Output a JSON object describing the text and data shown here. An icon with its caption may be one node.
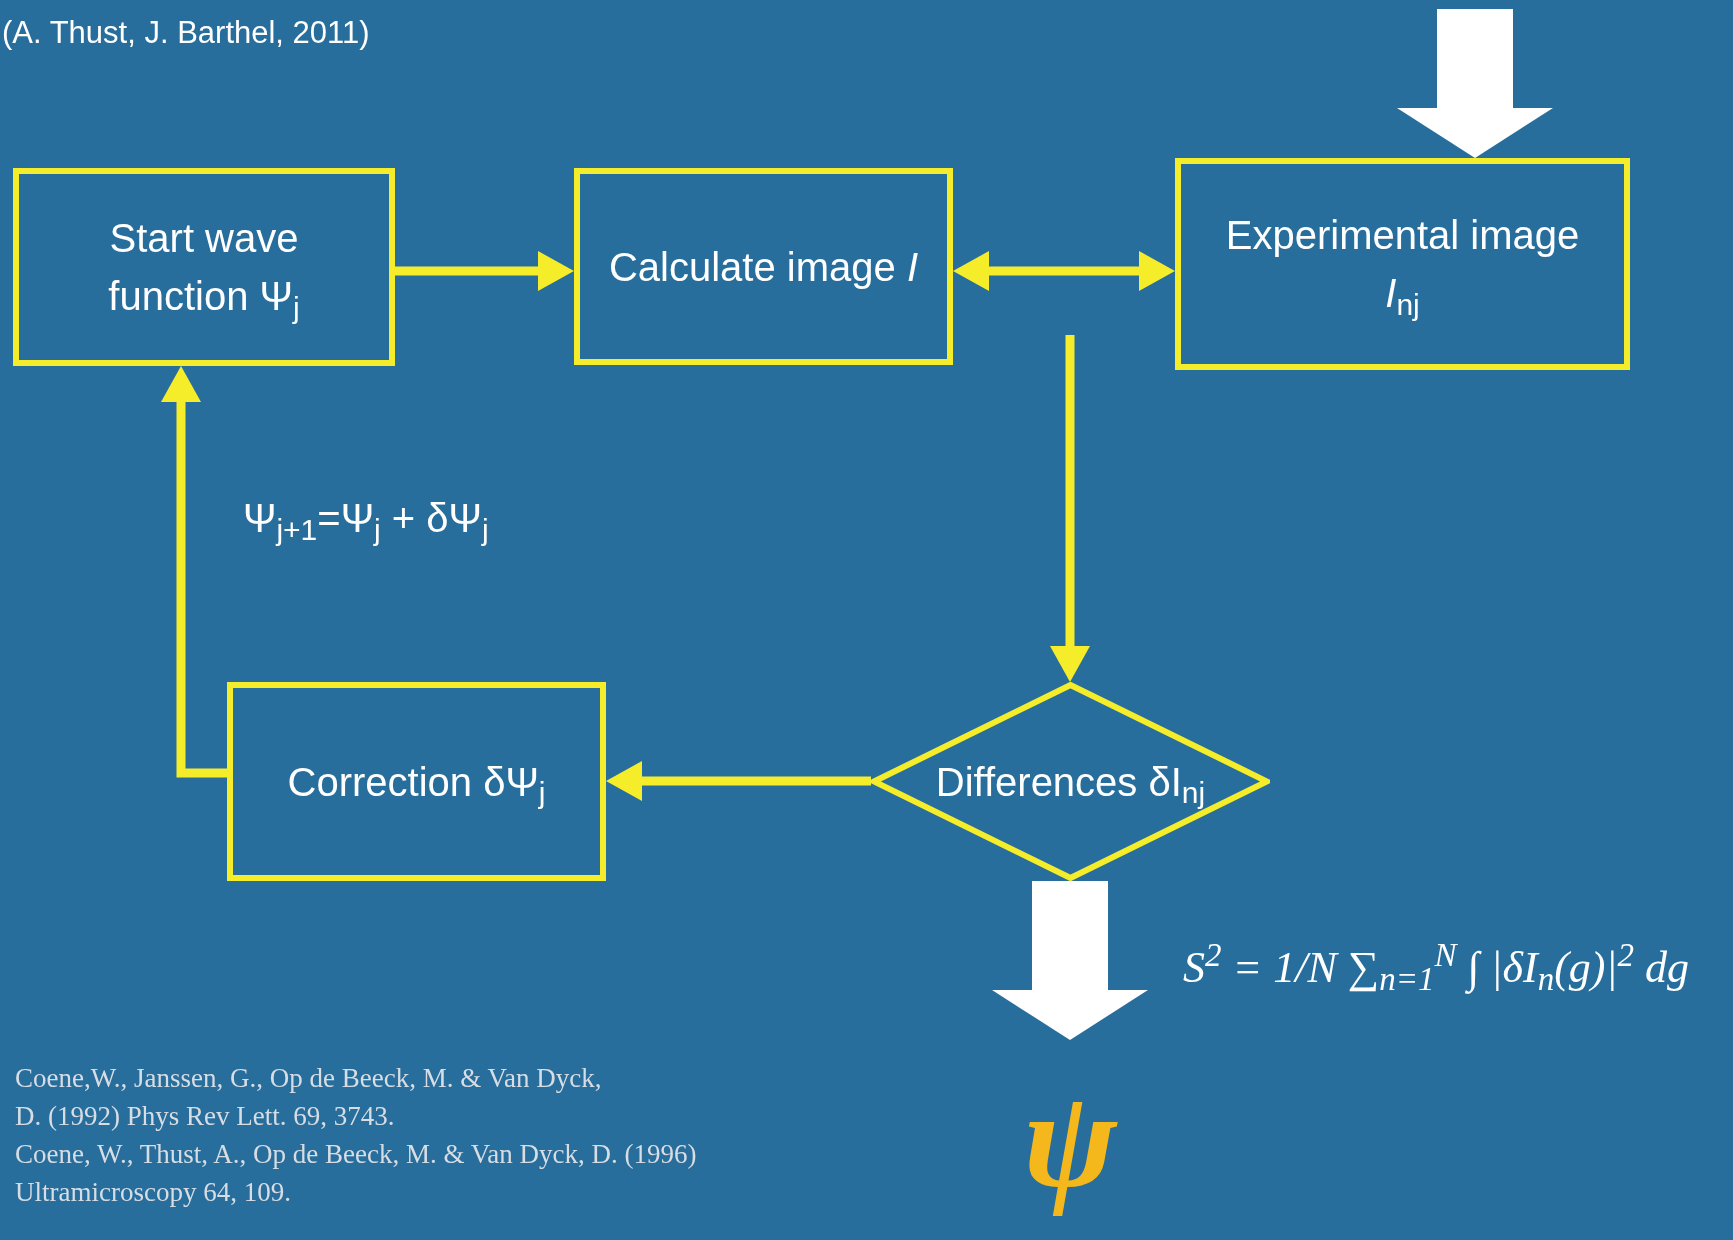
{
  "diagram": {
    "nodes": [
      {
        "text": [
          "Start wave function Ψ$_{j}$"
        ]
      },
      {
        "text": [
          "Calculate image *I*"
        ]
      },
      {
        "text": [
          "Experimental image",
          "*I*$_{nj}$"
        ]
      },
      {
        "text": [
          "Differences δI$_{nj}$"
        ]
      },
      {
        "text": [
          "Correction δΨ$_{j}$"
        ]
      },
      {
        "text": [
          "ψ"
        ]
      }
    ],
    "edges": [
      {
        "from": 0,
        "to": 1,
        "arrow": "to"
      },
      {
        "from": 1,
        "to": 2,
        "arrow": "both"
      },
      {
        "from": null,
        "to": 3,
        "arrow": "to"
      },
      {
        "from": 3,
        "to": 4,
        "arrow": "to"
      },
      {
        "from": 4,
        "to": 0,
        "arrow": "to"
      },
      {
        "from": 3,
        "to": 5,
        "arrow": "to",
        "style": "thick",
        "color": "#ffffff"
      },
      {
        "from": null,
        "to": 2,
        "arrow": "to",
        "style": "thick",
        "color": "#ffffff"
      }
    ],
    "labels": [
      "(A. Thust, J. Barthel, 2011)",
      "Ψ$_{j+1}$=Ψ$_{j}$ + δΨ$_{j}$",
      "S$^{2}$ = 1/N ∑$_{n=1}$$^{N}$ ∫ |δI$_{n}$(g)|$^{2}$ dg",
      "Coene,W., Janssen, G., Op de Beeck, M. & Van Dyck, D. (1992) Phys Rev Lett. 69, 3743.",
      "Coene, W., Thust, A., Op de Beeck, M. & Van Dyck, D. (1996) Ultramicroscopy 64, 109."
    ]
  }
}
